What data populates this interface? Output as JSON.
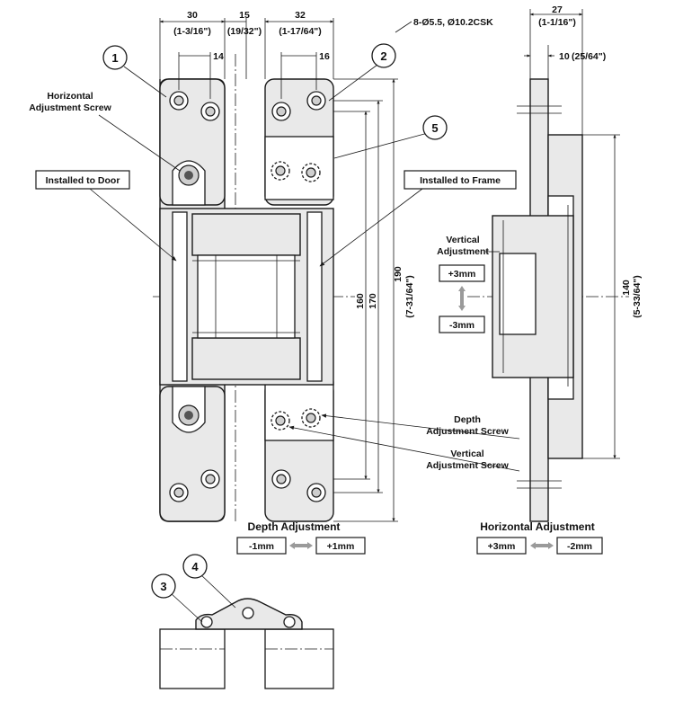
{
  "callouts": [
    "1",
    "2",
    "3",
    "4",
    "5"
  ],
  "labels": {
    "horizontal_adjustment_screw": [
      "Horizontal",
      "Adjustment Screw"
    ],
    "installed_to_door": "Installed to Door",
    "installed_to_frame": "Installed to Frame",
    "vertical_adjustment": [
      "Vertical",
      "Adjustment"
    ],
    "depth_adjustment_screw": [
      "Depth",
      "Adjustment Screw"
    ],
    "vertical_adjustment_screw": [
      "Vertical",
      "Adjustment Screw"
    ],
    "depth_adjustment": "Depth Adjustment",
    "horizontal_adjustment": "Horizontal Adjustment",
    "hole_spec": "8-Ø5.5, Ø10.2CSK"
  },
  "adjust_values": {
    "vertical_plus": "+3mm",
    "vertical_minus": "-3mm",
    "depth_minus": "-1mm",
    "depth_plus": "+1mm",
    "horizontal_plus": "+3mm",
    "horizontal_minus": "-2mm"
  },
  "dimensions": {
    "w30": "30",
    "w30_in": "(1-3/16\")",
    "w15": "15",
    "w15_in": "(19/32\")",
    "w32": "32",
    "w32_in": "(1-17/64\")",
    "w14": "14",
    "w16": "16",
    "h160": "160",
    "h170": "170",
    "h190": "190",
    "h190_in": "(7-31/64\")",
    "d27": "27",
    "d27_in": "(1-1/16\")",
    "d10": "10",
    "d10_in": "(25/64\")",
    "h140": "140",
    "h140_in": "(5-33/64\")"
  },
  "colors": {
    "line": "#1a1a1a",
    "body_fill": "#e9e9e9",
    "arrow_grey": "#9a9a9a"
  }
}
